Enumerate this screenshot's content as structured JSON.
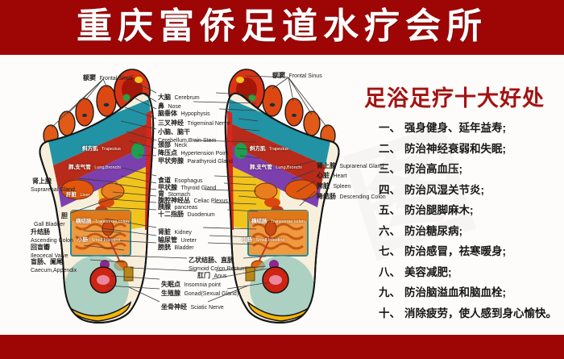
{
  "title_bar": {
    "title": "重庆富侨足道水疗会所"
  },
  "benefits": {
    "title": "足浴足疗十大好处",
    "items": [
      {
        "num": "一、",
        "text": "强身健身、延年益寿;"
      },
      {
        "num": "二、",
        "text": "防治神经衰弱和失眠;"
      },
      {
        "num": "三、",
        "text": "防治高血压;"
      },
      {
        "num": "四、",
        "text": "防治风湿关节炎;"
      },
      {
        "num": "五、",
        "text": "防治腿脚麻木;"
      },
      {
        "num": "六、",
        "text": "防治糖尿病;"
      },
      {
        "num": "七、",
        "text": "防治感冒，祛寒暖身;"
      },
      {
        "num": "八、",
        "text": "美容减肥;"
      },
      {
        "num": "九、",
        "text": "防治脑溢血和脑血栓;"
      },
      {
        "num": "十、",
        "text": "消除疲劳，使人感到身心愉快。"
      }
    ]
  },
  "foot_chart": {
    "frontal_sinus": {
      "zh": "额窦",
      "en": "Frontal Sinus"
    },
    "mid_labels": [
      {
        "zh": "大脑",
        "en": "Cerebrum"
      },
      {
        "zh": "鼻",
        "en": "Nose"
      },
      {
        "zh": "脑垂体",
        "en": "Hypophysis"
      },
      {
        "zh": "三叉神经",
        "en": "Trigeminal Nerve"
      },
      {
        "zh": "小脑、脑干",
        "en": "Cerebellum,Brain Stem"
      },
      {
        "zh": "颈部",
        "en": "Neck"
      },
      {
        "zh": "降压点",
        "en": "Hypertension Point"
      },
      {
        "zh": "甲状旁腺",
        "en": "Parathyroid Gland"
      },
      {
        "zh": "食道",
        "en": "Esophagus"
      },
      {
        "zh": "甲状腺",
        "en": "Thyroid Gland"
      },
      {
        "zh": "胃",
        "en": "Stomach"
      },
      {
        "zh": "腹腔神经丛",
        "en": "Celiac Plexus"
      },
      {
        "zh": "胰腺",
        "en": "pancreas"
      },
      {
        "zh": "十二指肠",
        "en": "Duodenum"
      },
      {
        "zh": "肾脏",
        "en": "Kidney"
      },
      {
        "zh": "输尿管",
        "en": "Ureter"
      },
      {
        "zh": "膀胱",
        "en": "Bladder"
      },
      {
        "zh": "乙状结肠、直肠",
        "en": "Sigmoid Colon,Rectum"
      },
      {
        "zh": "肛门",
        "en": "Anus"
      },
      {
        "zh": "失眠点",
        "en": "Insomnia  point"
      },
      {
        "zh": "生殖腺",
        "en": "Gonad(Sexual Gland)"
      },
      {
        "zh": "坐骨神经",
        "en": "Sciatic Nerve"
      }
    ],
    "left_labels": [
      {
        "zh": "肾上腺",
        "en": "Suprarenal Gland"
      },
      {
        "zh": "胆",
        "en": "Gall Bladder"
      },
      {
        "zh": "升结肠",
        "en": "Ascending Colon"
      },
      {
        "zh": "回盲瓣",
        "en": "Ileocecal Valve"
      },
      {
        "zh": "盲肠、阑尾",
        "en": "Caecum,Appendix"
      }
    ],
    "right_labels": [
      {
        "zh": "肾上腺",
        "en": "Suprarenal Gland"
      },
      {
        "zh": "心脏",
        "en": "Heart"
      },
      {
        "zh": "脾脏",
        "en": "Spleen"
      },
      {
        "zh": "降结肠",
        "en": "Descending Colon"
      }
    ],
    "on_foot": {
      "trapezius": {
        "zh": "斜方肌",
        "en": "Trapezius"
      },
      "lung": {
        "zh": "肺,支气管",
        "en": "Lung,Bronchi"
      },
      "liver": {
        "zh": "肝脏",
        "en": "Liver"
      },
      "transverse_colon": {
        "zh": "横结肠",
        "en": "Transverse colon"
      },
      "small_intestine": {
        "zh": "小肠",
        "en": "Small Intestine"
      }
    }
  },
  "watermark": "图",
  "colors": {
    "bar_red": "#9e0606",
    "benefits_title_red": "#a31212",
    "text_black": "#161616",
    "band_red": "#b82a1a",
    "band_purple": "#7b3fae",
    "band_teal": "#2193a5",
    "zone_yellow": "#f2c31c",
    "organ_orange": "#e0560e",
    "intestine_orange": "#f09a40",
    "heel_teal": "#8cc4b6",
    "crescent_yellow": "#f5b40c"
  }
}
